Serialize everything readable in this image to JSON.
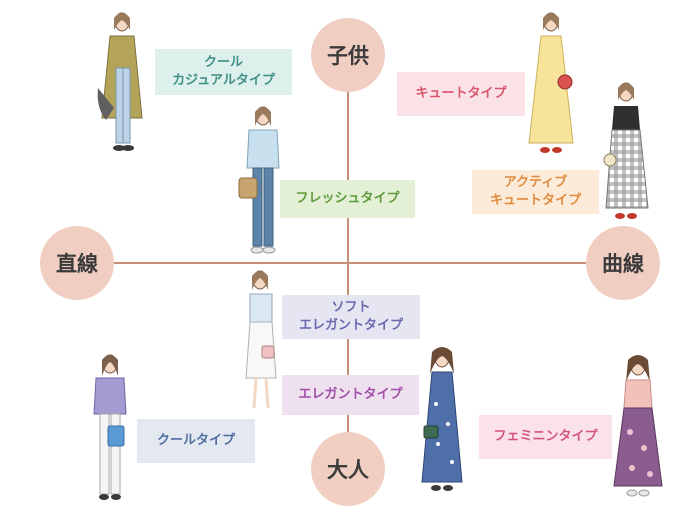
{
  "axes": {
    "top": "子供",
    "bottom": "大人",
    "left": "直線",
    "right": "曲線"
  },
  "types": {
    "cool_casual": {
      "line1": "クール",
      "line2": "カジュアルタイプ",
      "bg": "#ddf0ec",
      "fg": "#3e8f86"
    },
    "fresh": {
      "text": "フレッシュタイプ",
      "bg": "#e3f0d6",
      "fg": "#5e9a3a"
    },
    "cute": {
      "text": "キュートタイプ",
      "bg": "#fbe2e6",
      "fg": "#d9556c"
    },
    "active_cute": {
      "line1": "アクティブ",
      "line2": "キュートタイプ",
      "bg": "#fcebd9",
      "fg": "#e08a3c"
    },
    "soft_elegant": {
      "line1": "ソフト",
      "line2": "エレガントタイプ",
      "bg": "#e6e6f3",
      "fg": "#6a68b0"
    },
    "elegant": {
      "text": "エレガントタイプ",
      "bg": "#efe0f0",
      "fg": "#a04ea6"
    },
    "cool": {
      "text": "クールタイプ",
      "bg": "#e3e8f1",
      "fg": "#4f6e9e"
    },
    "feminine": {
      "text": "フェミニンタイプ",
      "bg": "#fbe2ea",
      "fg": "#d3547c"
    }
  }
}
